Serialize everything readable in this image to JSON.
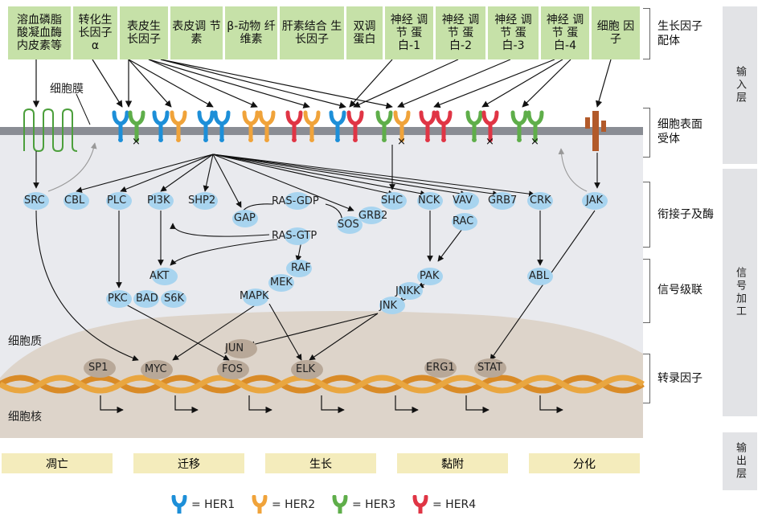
{
  "colors": {
    "her1": "#1d8fd8",
    "her2": "#f0a33a",
    "her3": "#5fae4a",
    "her4": "#e03545"
  },
  "ligands": [
    {
      "id": "l1",
      "text": "溶血磷脂 酸凝血酶 内皮素等"
    },
    {
      "id": "l2",
      "text": "转化生 长因子 α"
    },
    {
      "id": "l3",
      "text": "表皮生 长因子"
    },
    {
      "id": "l4",
      "text": "表皮调 节素"
    },
    {
      "id": "l5",
      "text": "β-动物 纤维素"
    },
    {
      "id": "l6",
      "text": "肝素结合 生长因子"
    },
    {
      "id": "l7",
      "text": "双调 蛋白"
    },
    {
      "id": "l8",
      "text": "神经 调节 蛋白-1"
    },
    {
      "id": "l9",
      "text": "神经 调节 蛋白-2"
    },
    {
      "id": "l10",
      "text": "神经 调节 蛋白-3"
    },
    {
      "id": "l11",
      "text": "神经 调节 蛋白-4"
    },
    {
      "id": "l12",
      "text": "细胞 因子"
    }
  ],
  "labels": {
    "membrane": "细胞膜",
    "cytoplasm": "细胞质",
    "nucleus": "细胞核"
  },
  "right_labels": {
    "ligand": "生长因子 配体",
    "receptor": "细胞表面 受体",
    "adaptor": "衔接子及酶",
    "cascade": "信号级联",
    "tf": "转录因子"
  },
  "sidebar": {
    "input": "输入层",
    "processing": "信号加工",
    "output": "输出层"
  },
  "nodes": {
    "src": "SRC",
    "cbl": "CBL",
    "plc": "PLC",
    "pi3k": "PI3K",
    "shp2": "SHP2",
    "gap": "GAP",
    "rasgdp": "RAS-GDP",
    "sos": "SOS",
    "grb2": "GRB2",
    "rasgtp": "RAS-GTP",
    "shc": "SHC",
    "nck": "NCK",
    "vav": "VAV",
    "grb7": "GRB7",
    "crk": "CRK",
    "jak": "JAK",
    "rac": "RAC",
    "akt": "AKT",
    "raf": "RAF",
    "mek": "MEK",
    "mapk": "MAPK",
    "pak": "PAK",
    "jnkk": "JNKK",
    "jnk": "JNK",
    "abl": "ABL",
    "pkc": "PKC",
    "bad": "BAD",
    "s6k": "S6K",
    "jun": "JUN",
    "sp1": "SP1",
    "myc": "MYC",
    "fos": "FOS",
    "elk": "ELK",
    "erg1": "ERG1",
    "stat": "STAT"
  },
  "outputs": [
    "凋亡",
    "迁移",
    "生长",
    "黏附",
    "分化"
  ],
  "legend": [
    {
      "name": "= HER1",
      "color": "#1d8fd8"
    },
    {
      "name": "= HER2",
      "color": "#f0a33a"
    },
    {
      "name": "= HER3",
      "color": "#5fae4a"
    },
    {
      "name": "= HER4",
      "color": "#e03545"
    }
  ]
}
